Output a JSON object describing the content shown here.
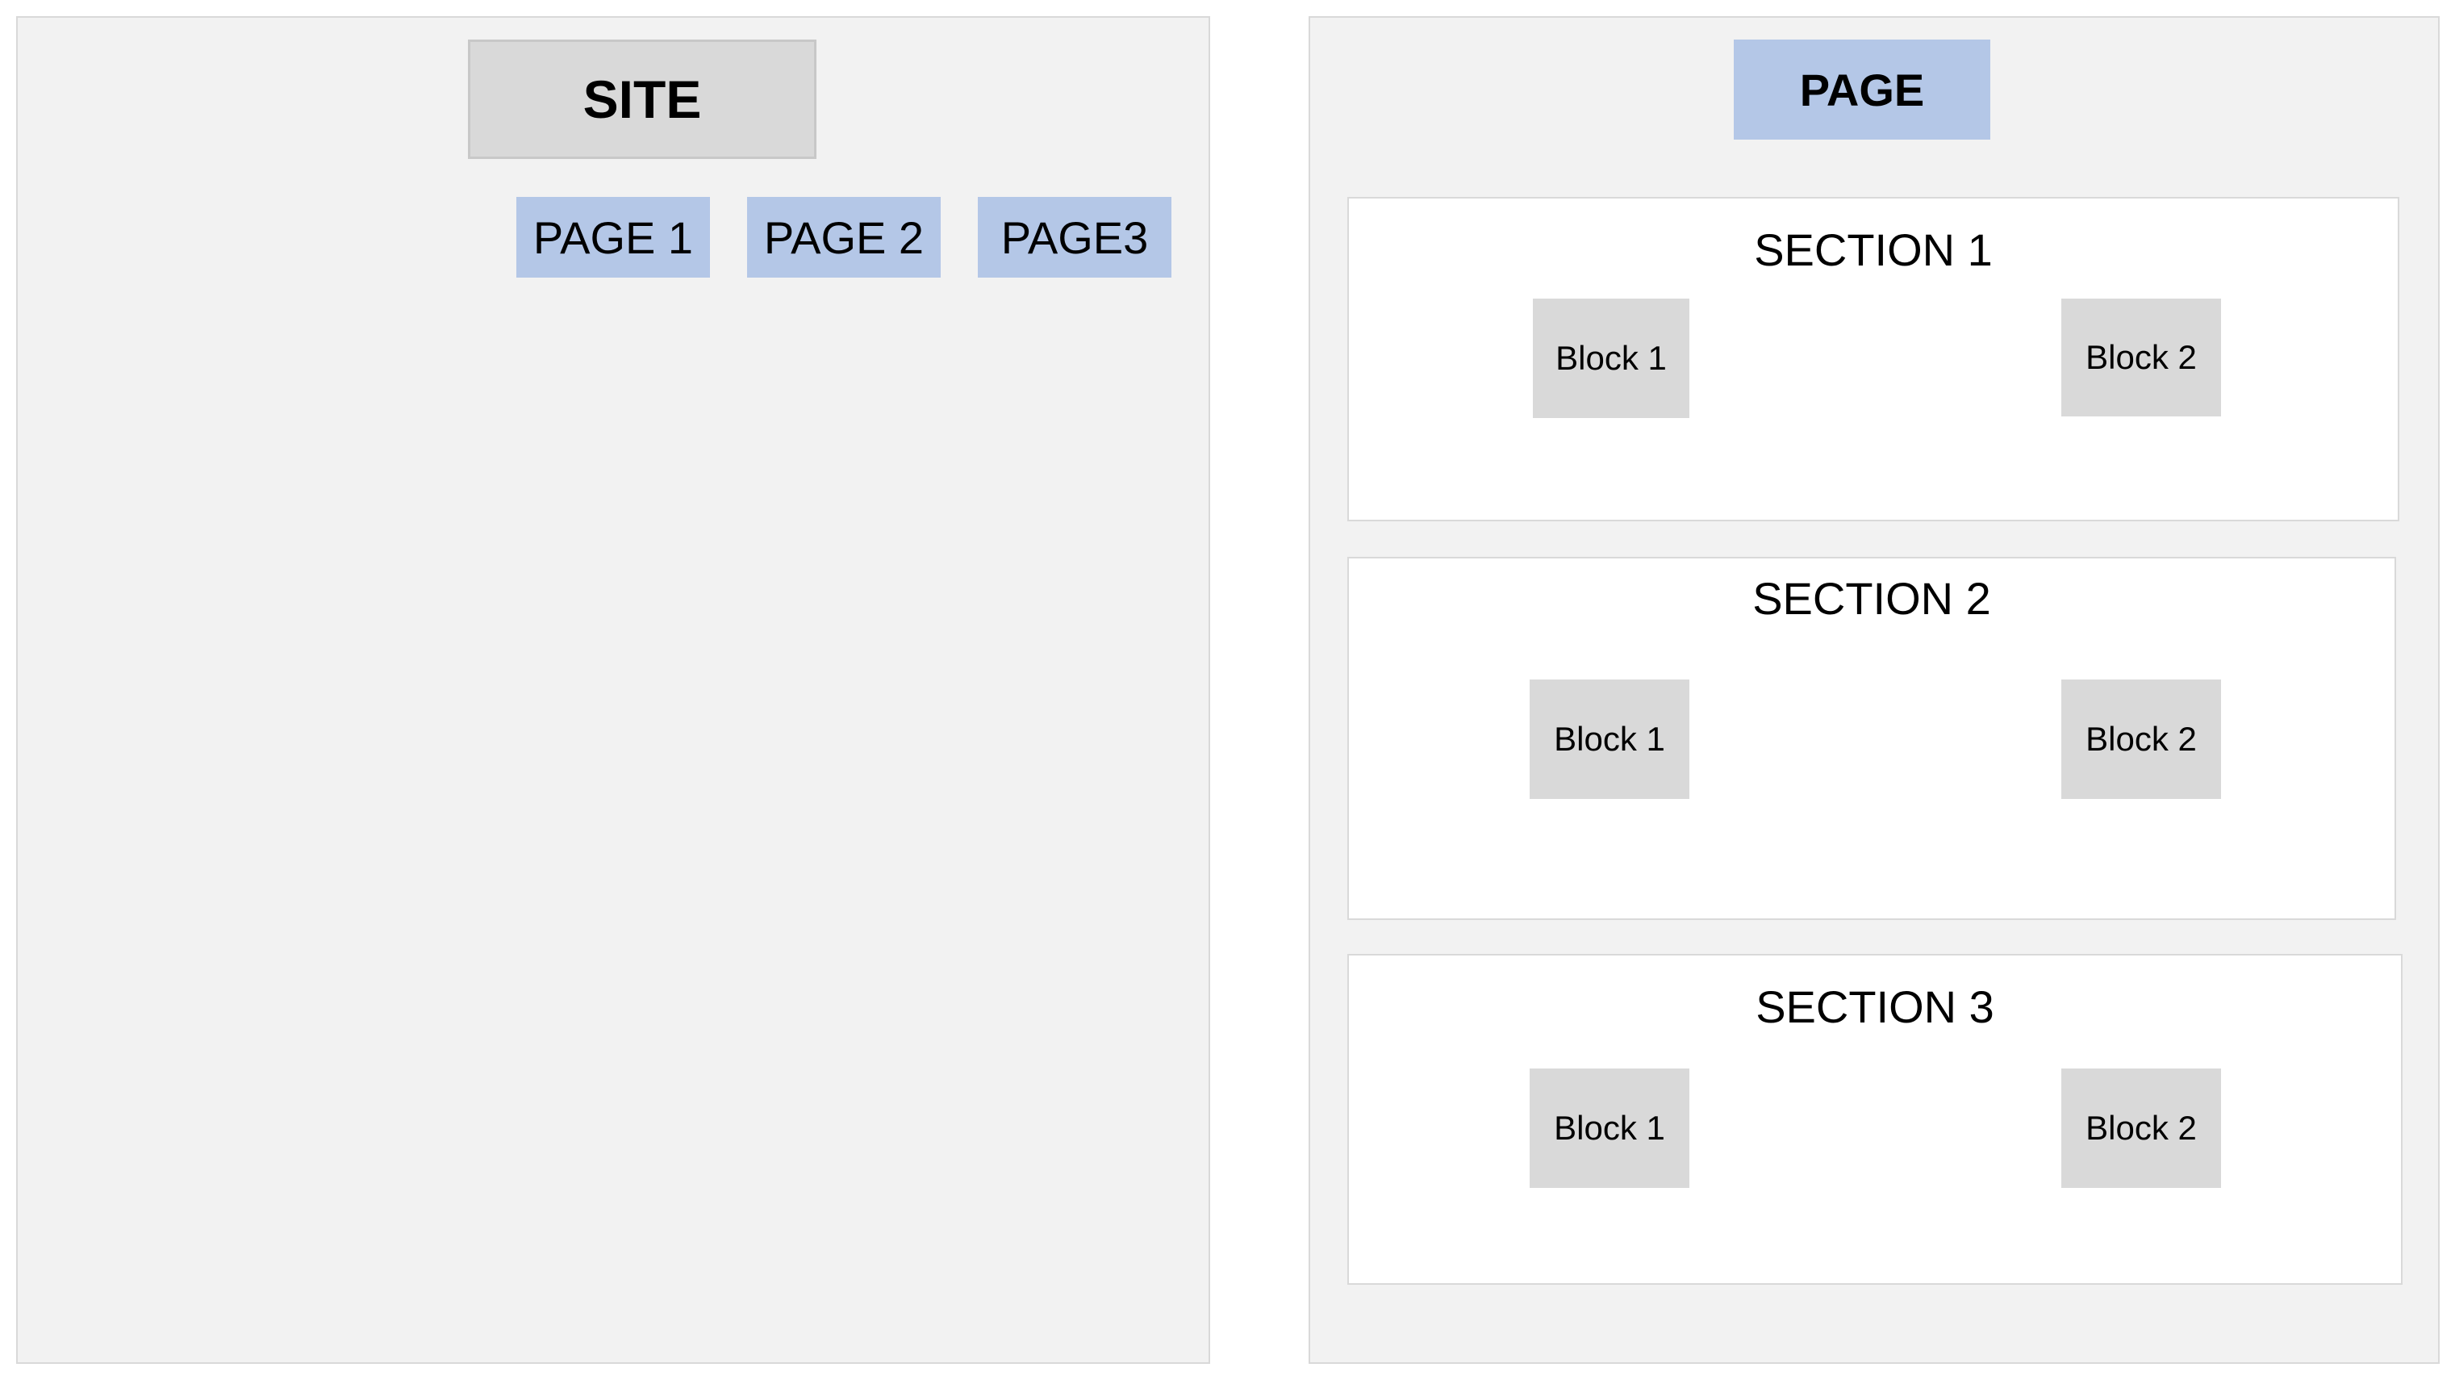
{
  "site": {
    "title": "SITE",
    "pages": [
      "PAGE 1",
      "PAGE 2",
      "PAGE3"
    ]
  },
  "page": {
    "title": "PAGE",
    "sections": [
      {
        "label": "SECTION 1",
        "blocks": [
          "Block 1",
          "Block 2"
        ]
      },
      {
        "label": "SECTION 2",
        "blocks": [
          "Block 1",
          "Block 2"
        ]
      },
      {
        "label": "SECTION 3",
        "blocks": [
          "Block 1",
          "Block 2"
        ]
      }
    ]
  },
  "colors": {
    "panel": "#f2f2f2",
    "grey_box": "#d9d9d9",
    "blue_box": "#b4c7e7",
    "section": "#ffffff"
  }
}
